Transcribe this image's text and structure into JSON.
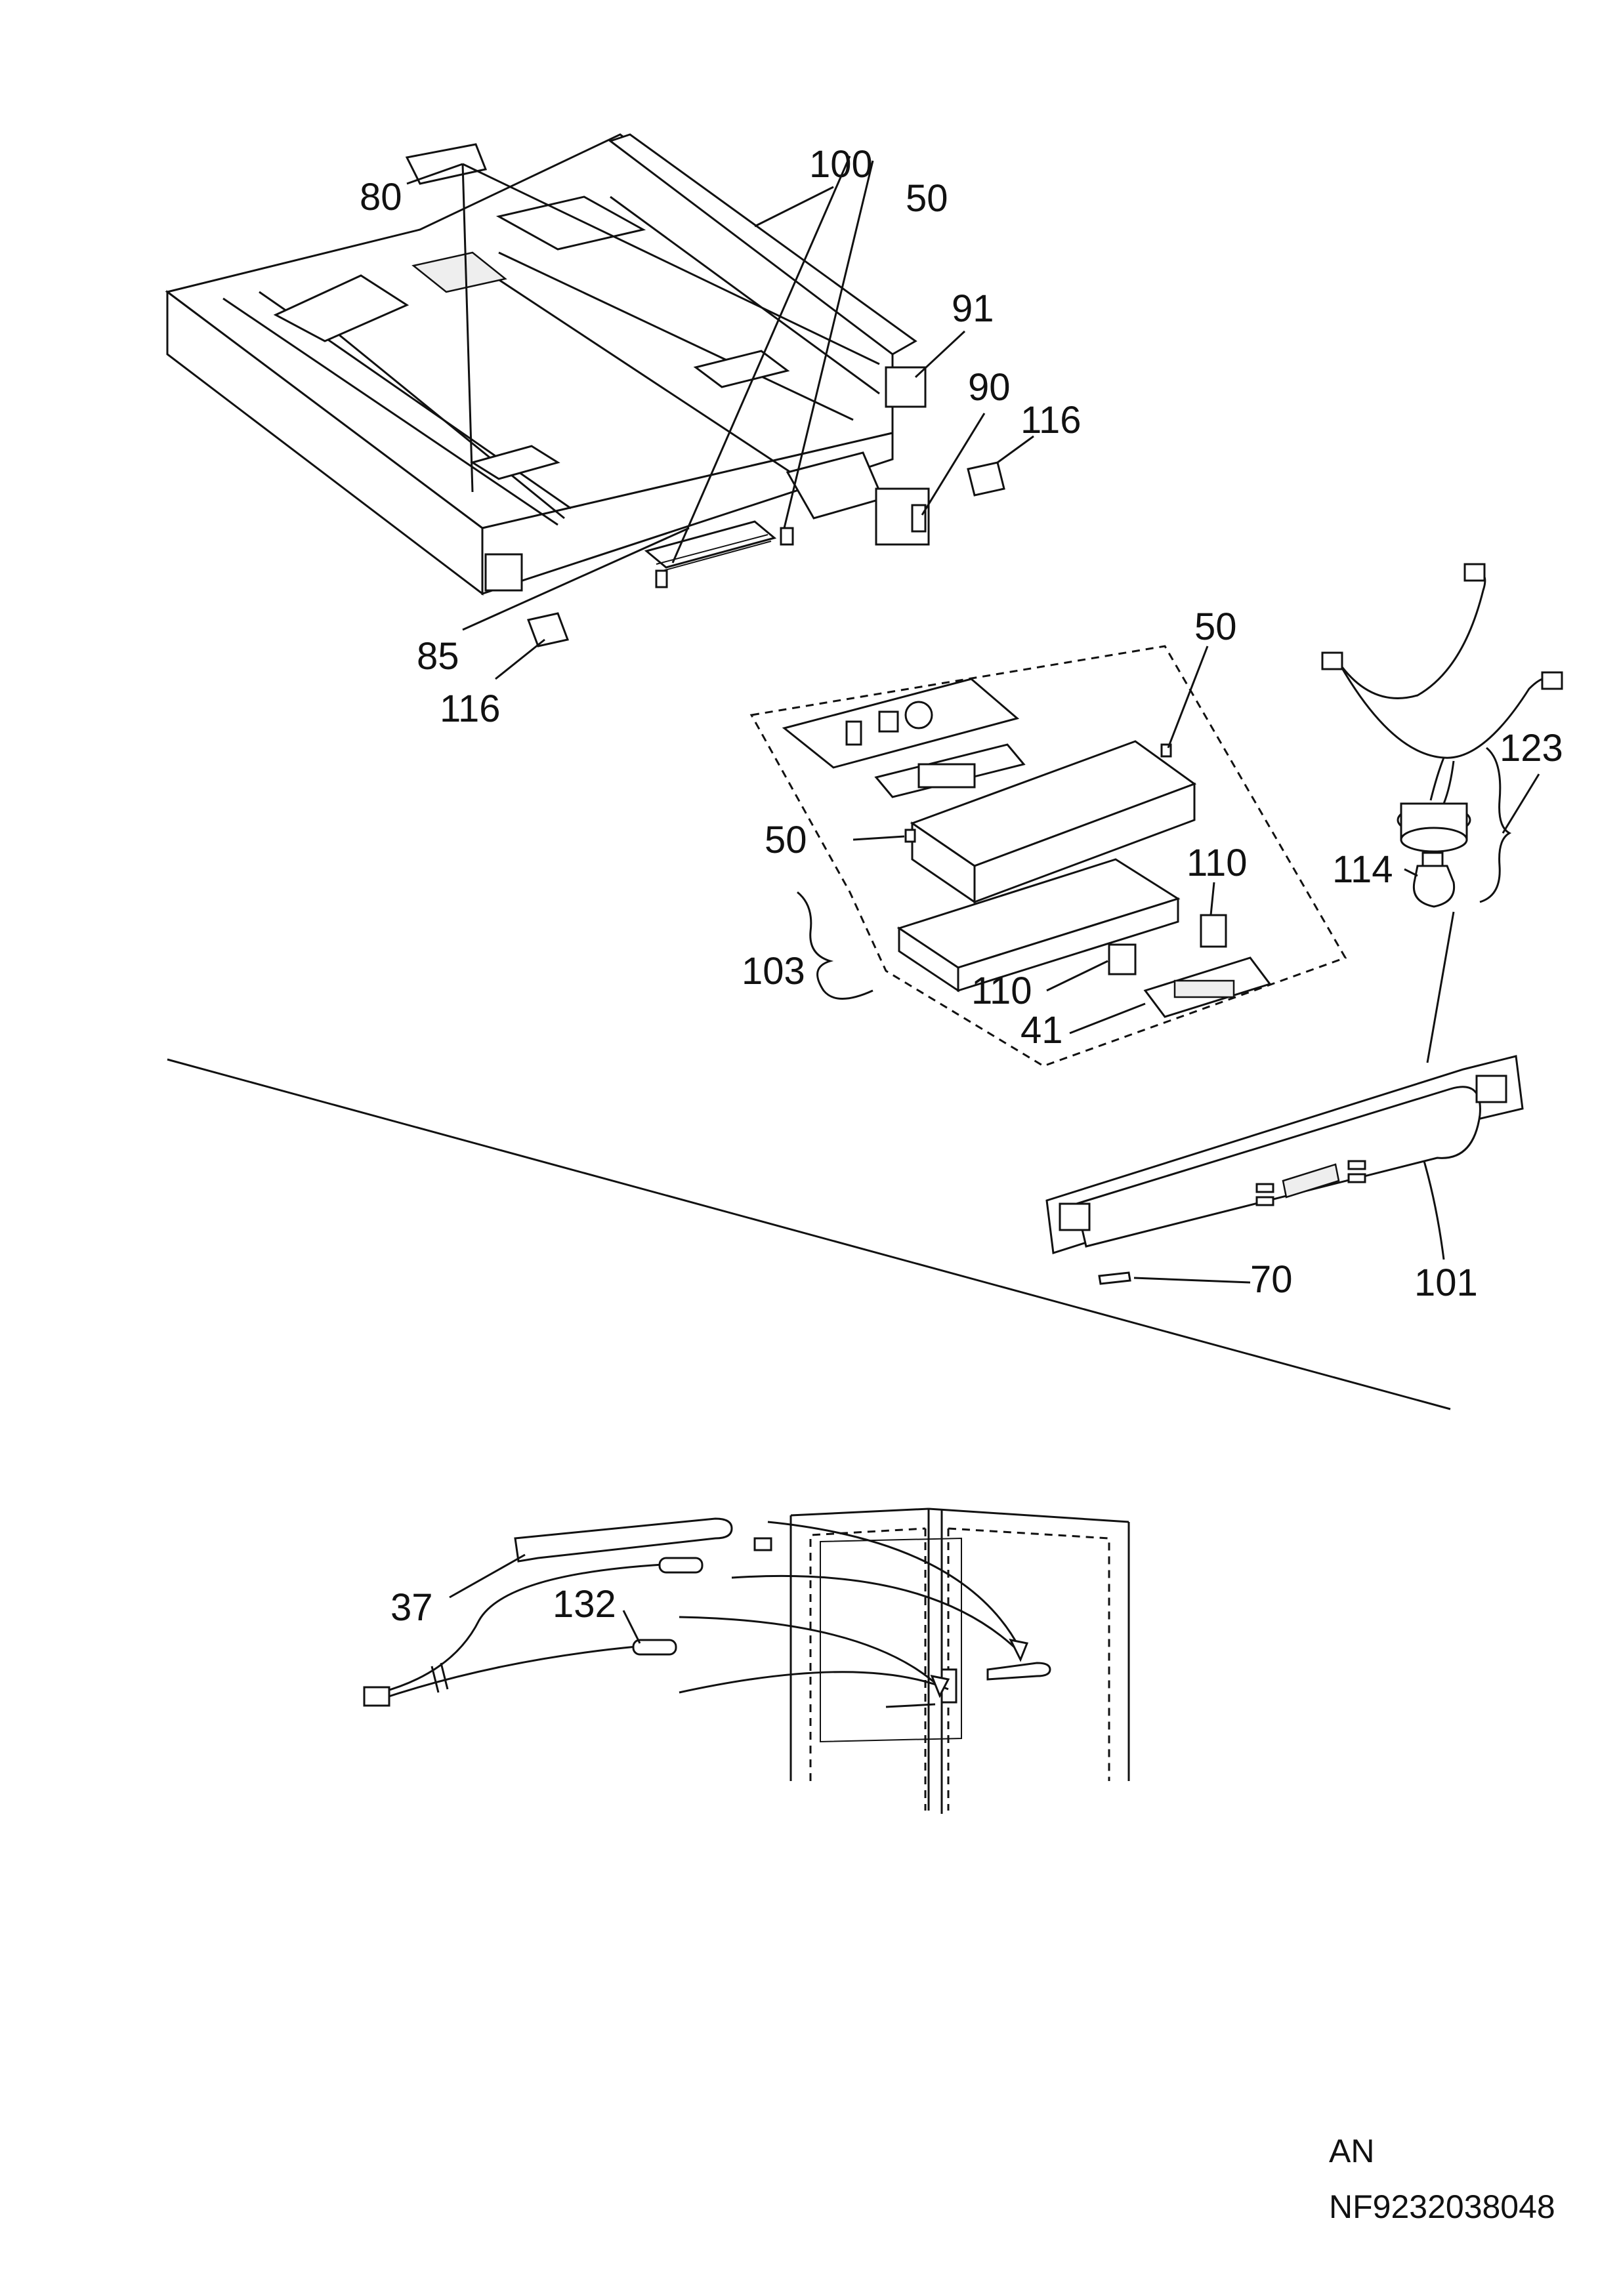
{
  "callouts": {
    "c80": "80",
    "c100": "100",
    "c50a": "50",
    "c91": "91",
    "c90": "90",
    "c116a": "116",
    "c85": "85",
    "c116b": "116",
    "c50b": "50",
    "c123": "123",
    "c50c": "50",
    "c114": "114",
    "c110a": "110",
    "c103": "103",
    "c110b": "110",
    "c41": "41",
    "c70": "70",
    "c101": "101",
    "c37": "37",
    "c132": "132"
  },
  "footer": {
    "variant": "AN",
    "code": "NF9232038048"
  }
}
